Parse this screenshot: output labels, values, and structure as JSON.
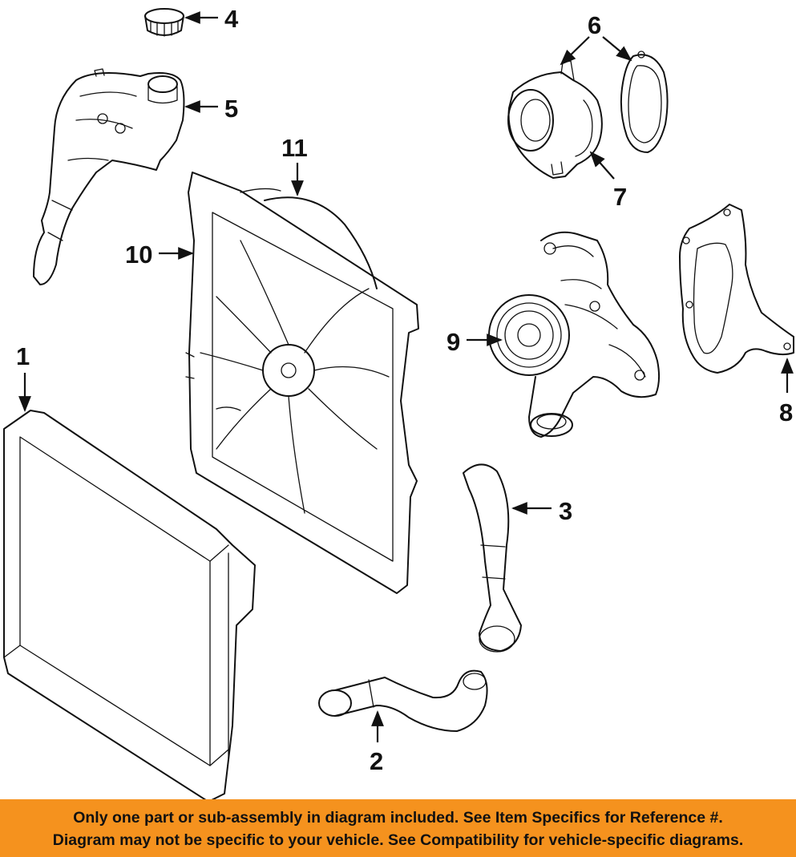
{
  "callouts": [
    {
      "id": "1",
      "part": "radiator"
    },
    {
      "id": "2",
      "part": "lower-hose"
    },
    {
      "id": "3",
      "part": "upper-hose"
    },
    {
      "id": "4",
      "part": "reservoir-cap"
    },
    {
      "id": "5",
      "part": "reservoir"
    },
    {
      "id": "6",
      "part": "thermostat-housing-and-gasket"
    },
    {
      "id": "7",
      "part": "thermostat"
    },
    {
      "id": "8",
      "part": "water-pump-gasket"
    },
    {
      "id": "9",
      "part": "water-pump"
    },
    {
      "id": "10",
      "part": "fan-shroud"
    },
    {
      "id": "11",
      "part": "fan-assembly"
    }
  ],
  "notice": {
    "line1": "Only one part or sub-assembly in diagram included. See Item Specifics for Reference #.",
    "line2": "Diagram may not be specific to your vehicle. See Compatibility for vehicle-specific diagrams.",
    "background": "#f5921e"
  },
  "colors": {
    "line": "#111111",
    "background": "#ffffff"
  }
}
